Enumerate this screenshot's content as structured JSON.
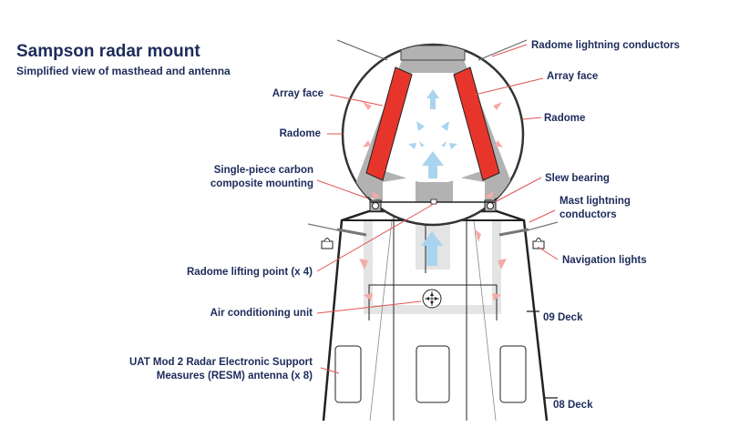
{
  "header": {
    "title": "Sampson radar mount",
    "subtitle": "Simplified view of masthead and antenna"
  },
  "labels": {
    "radome_lightning_conductors": "Radome lightning conductors",
    "array_face_left": "Array face",
    "array_face_right": "Array face",
    "radome_left": "Radome",
    "radome_right": "Radome",
    "mounting_line1": "Single-piece carbon",
    "mounting_line2": "composite mounting",
    "slew_bearing": "Slew bearing",
    "mast_lightning_line1": "Mast lightning",
    "mast_lightning_line2": "conductors",
    "navigation_lights": "Navigation lights",
    "lifting_point": "Radome lifting point (x 4)",
    "air_conditioning": "Air conditioning unit",
    "deck_09": "09 Deck",
    "resm_line1": "UAT Mod 2 Radar Electronic Support",
    "resm_line2": "Measures (RESM) antenna (x 8)",
    "deck_08": "08 Deck"
  },
  "colors": {
    "title": "#1c2b5a",
    "leader": "#e05555",
    "array_face": "#e8352b",
    "structure": "#b2b2b2",
    "warm_air": "#f6aaa6",
    "cool_air": "#a9d4ef"
  }
}
